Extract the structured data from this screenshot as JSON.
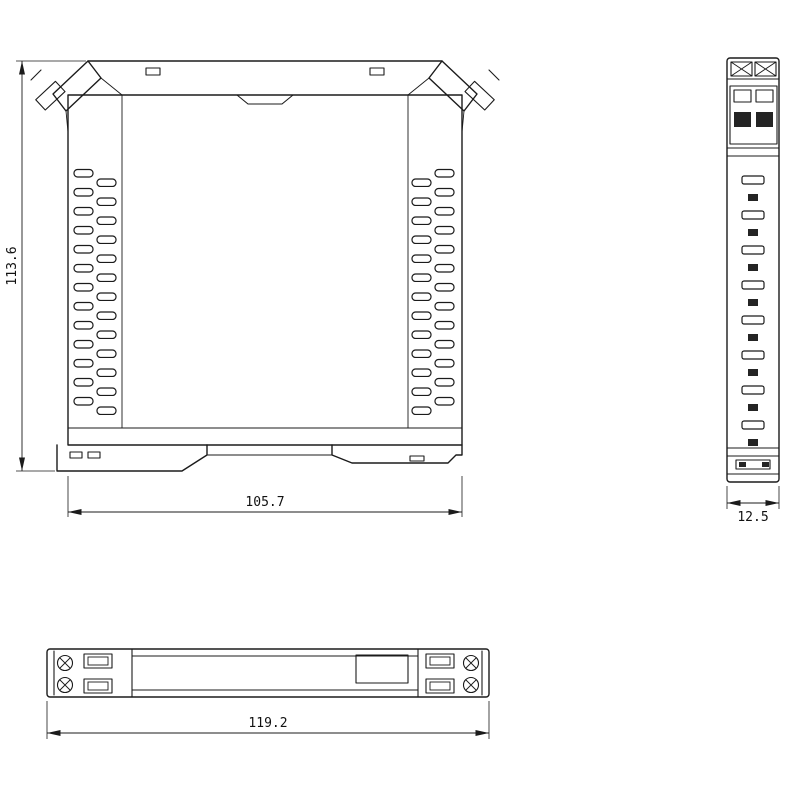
{
  "drawing": {
    "dimensions": {
      "height": "113.6",
      "front_width": "105.7",
      "side_depth": "12.5",
      "overall_length": "119.2"
    },
    "colors": {
      "line": "#1b1b1b",
      "background": "#ffffff",
      "dark_fill": "#242424"
    }
  }
}
